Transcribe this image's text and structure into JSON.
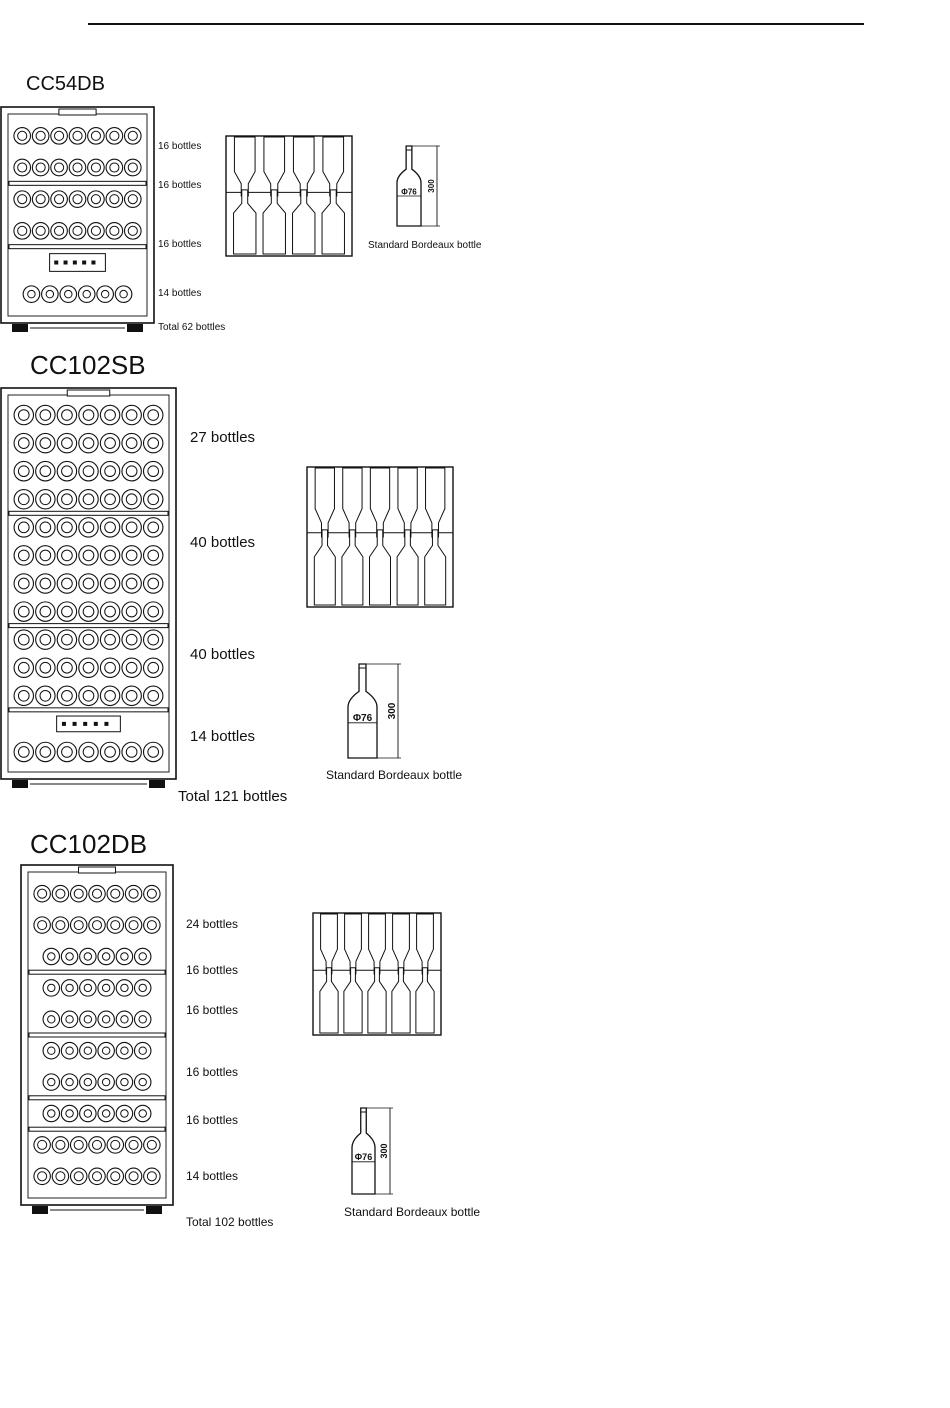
{
  "sections": [
    {
      "model": "CC54DB",
      "shelves": [
        "16 bottles",
        "16 bottles",
        "16 bottles",
        "14 bottles"
      ],
      "total": "Total 62 bottles",
      "bottle": {
        "diameter": "Φ76",
        "height": "300",
        "caption": "Standard Bordeaux bottle"
      }
    },
    {
      "model": "CC102SB",
      "shelves": [
        "27 bottles",
        "40 bottles",
        "40 bottles",
        "14 bottles"
      ],
      "total": "Total 121 bottles",
      "bottle": {
        "diameter": "Φ76",
        "height": "300",
        "caption": "Standard Bordeaux bottle"
      }
    },
    {
      "model": "CC102DB",
      "shelves": [
        "24 bottles",
        "16 bottles",
        "16 bottles",
        "16 bottles",
        "16 bottles",
        "14 bottles"
      ],
      "total": "Total 102 bottles",
      "bottle": {
        "diameter": "Φ76",
        "height": "300",
        "caption": "Standard Bordeaux bottle"
      }
    }
  ]
}
